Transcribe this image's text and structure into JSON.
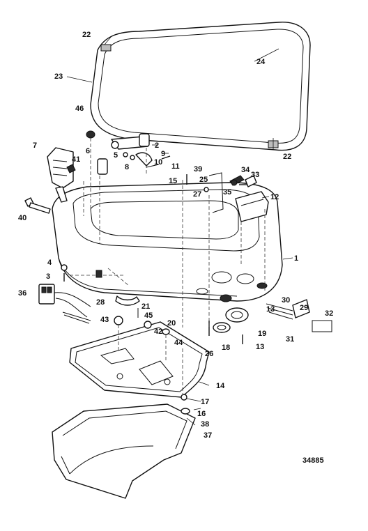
{
  "figure_number": "34885",
  "callouts": {
    "c1": "1",
    "c2": "2",
    "c3": "3",
    "c4": "4",
    "c5": "5",
    "c6": "6",
    "c7": "7",
    "c8": "8",
    "c9": "9",
    "c10": "10",
    "c11": "11",
    "c12": "12",
    "c13a": "13",
    "c13b": "13",
    "c14": "14",
    "c15": "15",
    "c16": "16",
    "c17": "17",
    "c18": "18",
    "c19": "19",
    "c20": "20",
    "c21": "21",
    "c22a": "22",
    "c22b": "22",
    "c23": "23",
    "c24": "24",
    "c25": "25",
    "c26": "26",
    "c27": "27",
    "c28": "28",
    "c29": "29",
    "c30": "30",
    "c31": "31",
    "c32": "32",
    "c33": "33",
    "c34": "34",
    "c35": "35",
    "c36": "36",
    "c37": "37",
    "c38": "38",
    "c39": "39",
    "c40": "40",
    "c41": "41",
    "c42": "42",
    "c43": "43",
    "c44": "44",
    "c45": "45",
    "c46": "46"
  }
}
